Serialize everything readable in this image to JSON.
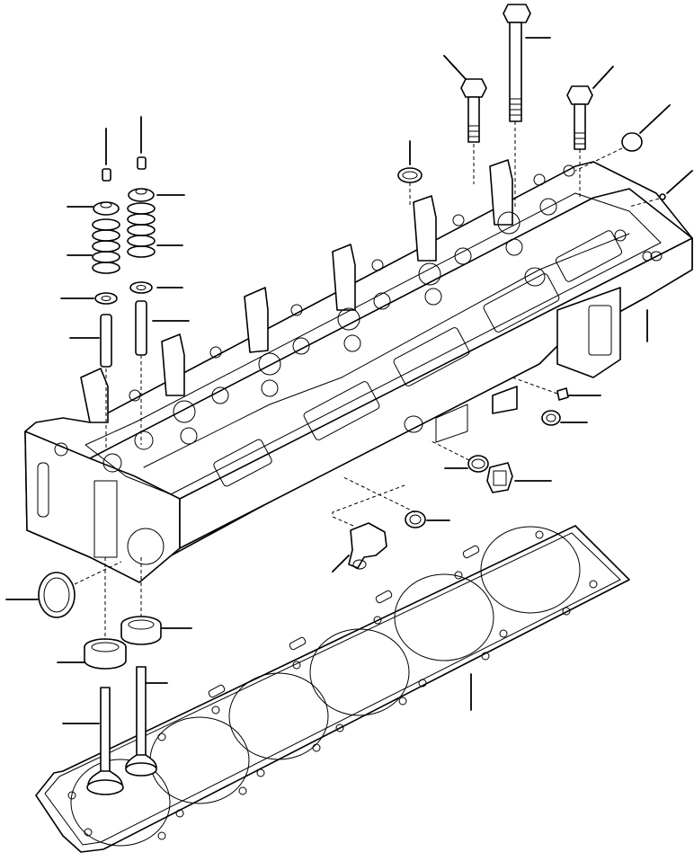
{
  "diagram": {
    "subject": "",
    "parts": [
      {
        "id": "cylinder-head"
      },
      {
        "id": "head-gasket"
      },
      {
        "id": "head-bolt-long"
      },
      {
        "id": "head-bolt-short-a"
      },
      {
        "id": "head-bolt-short-b"
      },
      {
        "id": "expansion-plug"
      },
      {
        "id": "small-plug"
      },
      {
        "id": "valve-keepers-left"
      },
      {
        "id": "valve-keepers-right"
      },
      {
        "id": "spring-retainer-left"
      },
      {
        "id": "spring-retainer-right"
      },
      {
        "id": "valve-spring-left"
      },
      {
        "id": "valve-spring-right"
      },
      {
        "id": "spring-seat-left"
      },
      {
        "id": "spring-seat-right"
      },
      {
        "id": "valve-guide-left"
      },
      {
        "id": "valve-guide-right"
      },
      {
        "id": "seal-ring-top"
      },
      {
        "id": "seal-ring-side"
      },
      {
        "id": "intake-valve"
      },
      {
        "id": "exhaust-valve"
      },
      {
        "id": "valve-seat-insert-left"
      },
      {
        "id": "valve-seat-insert-right"
      },
      {
        "id": "plug-small-side"
      },
      {
        "id": "plug-hex-side"
      },
      {
        "id": "o-ring-side"
      },
      {
        "id": "drain-plug"
      },
      {
        "id": "cup-plug-front"
      },
      {
        "id": "elbow-fitting"
      },
      {
        "id": "bracket-rear"
      }
    ],
    "labels": []
  }
}
